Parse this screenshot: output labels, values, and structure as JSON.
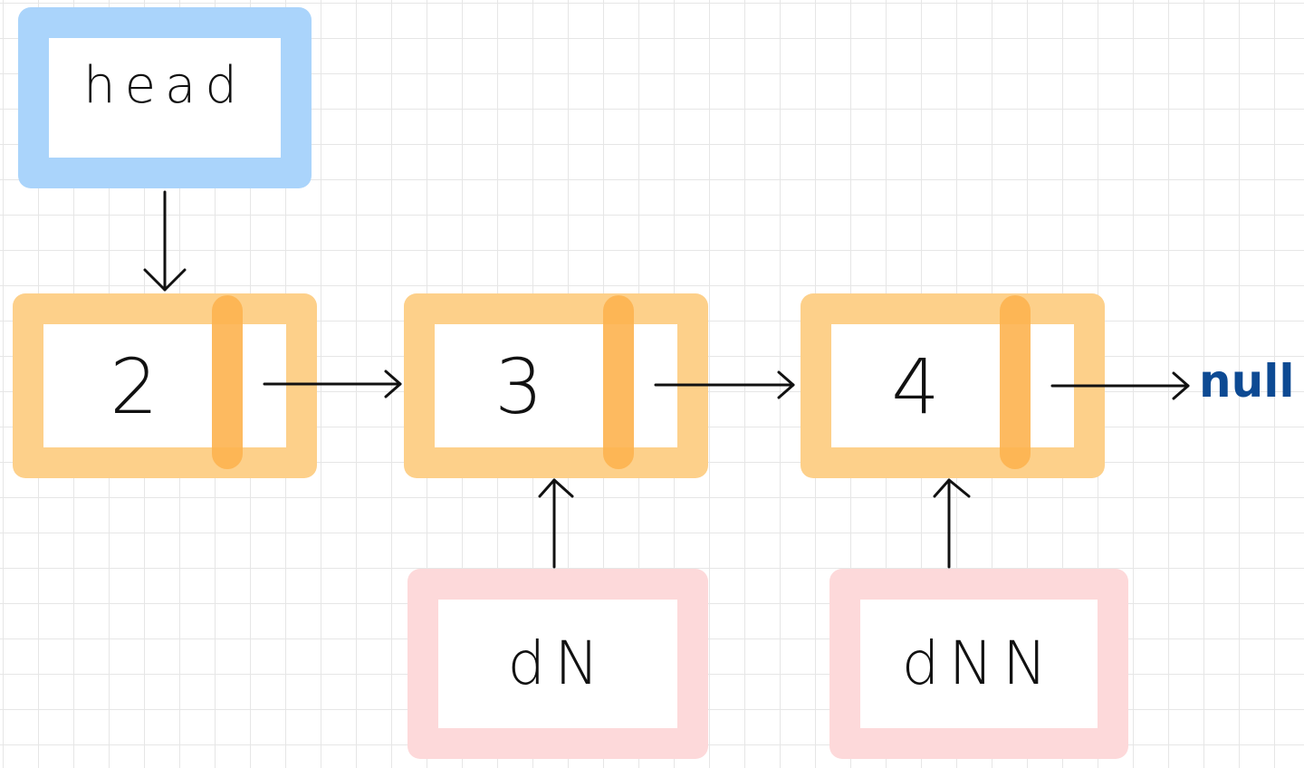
{
  "colors": {
    "head_box": "#aad4fb",
    "node_box": "#fdd08a",
    "node_pointer": "#fdb24f",
    "pointer_box": "#fdd9da",
    "null_text": "#0d4a93",
    "ink": "#111111",
    "grid": "#e6e6e6"
  },
  "head": {
    "label": "head"
  },
  "nodes": [
    {
      "value": "2"
    },
    {
      "value": "3"
    },
    {
      "value": "4"
    }
  ],
  "pointers": [
    {
      "label": "dN"
    },
    {
      "label": "dNN"
    }
  ],
  "terminal": {
    "label": "null"
  }
}
